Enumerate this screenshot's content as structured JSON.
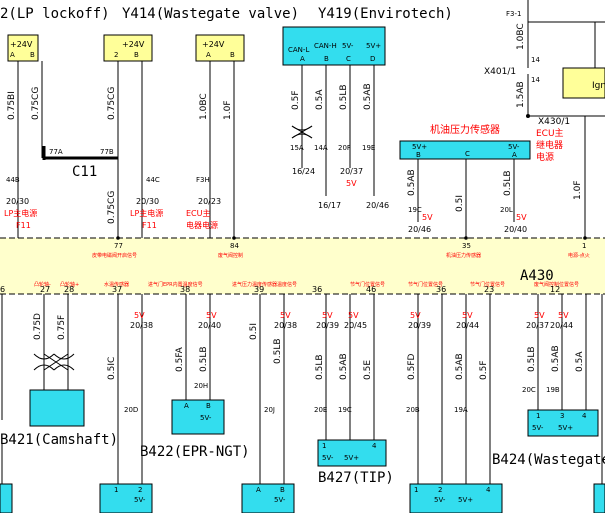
{
  "colors": {
    "yellow_box": "#ffff99",
    "cyan_box": "#33ddee",
    "bus_band": "#ffffcc",
    "red_text": "#ff0000",
    "wire": "#000000"
  },
  "top_components": {
    "lp_lockoff": {
      "title": "2(LP lockoff)",
      "label": "+24V",
      "pins": [
        "A",
        "B"
      ]
    },
    "wastegate_valve": {
      "title": "Y414(Wastegate valve)",
      "label_left": "2",
      "label": "+24V",
      "pin_right": "B",
      "pins2": [
        "A",
        "B"
      ],
      "label2": "+24V"
    },
    "envirotech": {
      "title": "Y419(Envirotech)",
      "pins": [
        "CAN-L",
        "CAN-H",
        "5V-",
        "5V+"
      ],
      "pin_letters": [
        "A",
        "B",
        "C",
        "D"
      ]
    },
    "oil_pressure_sensor": {
      "title": "机油压力传感器",
      "pins": [
        "5V+",
        "C",
        "5V-"
      ],
      "pin_letters": [
        "B",
        "",
        "A"
      ]
    }
  },
  "right_top": {
    "f3": "F3-1",
    "obc": "1.0BC",
    "n14a": "14",
    "x401": "X401/1",
    "n14b": "14",
    "ab15": "1.5AB",
    "x430": "X430/1",
    "ign": "Ign",
    "cn1": "ECU主",
    "cn2": "继电器",
    "cn3": "电源",
    "of": "1.0F"
  },
  "upper_wires": {
    "w1": "0.75BI",
    "w2": "0.75CG",
    "w3": "0.75CG",
    "w4": "0.75CG",
    "w5": "1.0BC",
    "w6": "1.0F",
    "w7": "0.5F",
    "w8": "0.5A",
    "w9": "0.5LB",
    "w10": "0.5AB",
    "w11": "0.5AB",
    "w12": "0.5I",
    "w13": "0.5LB",
    "c11": "C11",
    "n77a": "77A",
    "n77b": "77B",
    "n44b": "44B",
    "n44c": "44C",
    "nf3h": "F3H",
    "n15a": "15A",
    "n14a": "14A",
    "n20f": "20F",
    "n19e": "19E",
    "n19c": "19C",
    "n20l": "20L",
    "r1": "20/30",
    "r2": "20/30",
    "r3": "20/23",
    "r4": "16/24",
    "r5": "16/17",
    "r6": "20/37",
    "r7": "20/46",
    "r8": "20/46",
    "r9": "20/40",
    "cn_a": "LP主电源",
    "cn_a2": "F11",
    "cn_b": "LP主电源",
    "cn_b2": "F11",
    "cn_c": "ECU主",
    "cn_c2": "电器电源",
    "cn_d": "5V",
    "cn_e": "5V",
    "cn_f": "5V"
  },
  "bus": {
    "name": "A430",
    "pins_top": [
      "77",
      "84",
      "35",
      "1"
    ],
    "pins_top_labels": [
      "皮带电磁阀开启信号",
      "废气阀控制",
      "机油压力传感器",
      "电源-点火"
    ],
    "pins_bottom": [
      "6",
      "27",
      "28",
      "37",
      "38",
      "39",
      "36",
      "46",
      "36",
      "23",
      "12"
    ],
    "pins_bottom_labels": [
      "",
      "凸轮轴-",
      "凸轮轴+",
      "水温传感器",
      "进气门EPR内置温度信号",
      "进气压力温度传感器温度信号",
      "节气门位置信号",
      "",
      "节气门位置信号",
      "节气门位置信号",
      "废气阀控制位置信号"
    ]
  },
  "lower_wires": {
    "w1": "0.75D",
    "w2": "0.75F",
    "w3": "0.5IC",
    "w4": "0.5FA",
    "w5": "0.5LB",
    "w6": "0.5I",
    "w7": "0.5LB",
    "w8": "0.5AB",
    "w9": "0.5E",
    "w10": "0.5FD",
    "w11": "0.5AB",
    "w12": "0.5F",
    "w13": "0.5LB",
    "w14": "0.5AB",
    "w15": "0.5A",
    "r1": "20/38",
    "r2": "20/40",
    "r3": "20/38",
    "r4": "20/39",
    "r5": "20/45",
    "r6": "20/39",
    "r7": "20/44",
    "r8": "20/37",
    "r9": "20/44",
    "n20d": "20D",
    "n20h": "20H",
    "n20j": "20J",
    "n20e": "20E",
    "n19c": "19C",
    "n20b": "20B",
    "n19a": "19A",
    "n20c": "20C",
    "n19b": "19B",
    "red5v": "5V"
  },
  "bottom_components": {
    "b421": "B421(Camshaft)",
    "b422": {
      "title": "B422(EPR-NGT)",
      "pins": [
        "A",
        "B"
      ],
      "label": "5V-"
    },
    "b427": {
      "title": "B427(TIP)",
      "pins": [
        "1",
        "4"
      ],
      "labels": [
        "5V-",
        "5V+"
      ]
    },
    "b424": {
      "title": "B424(Wastegate",
      "pins": [
        "1",
        "3",
        "4"
      ],
      "labels": [
        "5V-",
        "5V+"
      ]
    },
    "left_box": {
      "pins": [
        "1",
        "2"
      ],
      "label": "5V-"
    },
    "mid_box": {
      "pins": [
        "A",
        "B"
      ],
      "label": "5V-"
    },
    "right_box": {
      "pins": [
        "1",
        "2",
        "4"
      ],
      "labels": [
        "5V-",
        "5V+"
      ]
    }
  }
}
